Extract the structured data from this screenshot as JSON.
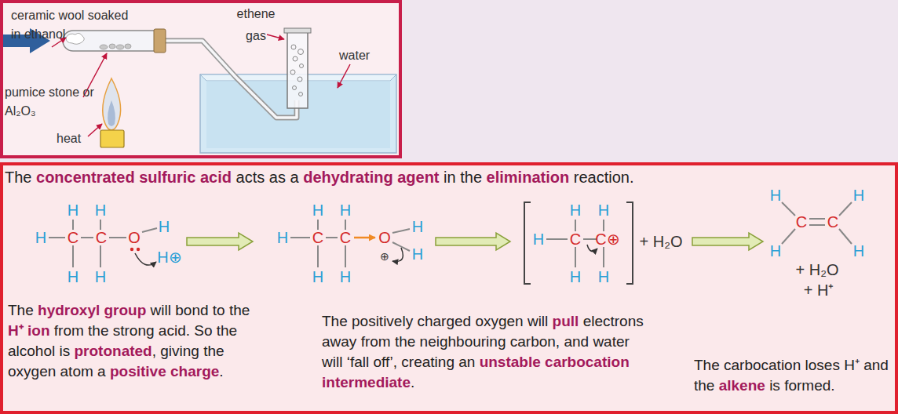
{
  "diagram": {
    "nodes": [
      {
        "text": [
          "ceramic wool soaked in ethanol",
          "ethene gas",
          "water",
          "pumice stone or Al₂O₃",
          "heat"
        ]
      },
      {
        "text": [
          "The",
          "concentrated sulfuric acid",
          "acts as a",
          "dehydrating agent",
          "in the",
          "elimination",
          "reaction.",
          "The",
          "hydroxyl group",
          "will bond to the",
          "H⁺ ion",
          "from the strong acid. So the alcohol is",
          "protonated",
          ", giving the oxygen atom a",
          "positive charge",
          ".",
          "The positively charged oxygen will",
          "pull",
          "electrons away from the neighbouring carbon, and water will ‘fall off’, creating an",
          "unstable carbocation intermediate",
          ".",
          "The carbocation loses H⁺ and the",
          "alkene",
          "is formed."
        ]
      }
    ],
    "labels": [
      "H",
      "H",
      "H",
      "C",
      "C",
      "O",
      "H",
      "H",
      "H",
      "H⊕",
      "H",
      "H",
      "H",
      "C",
      "C",
      "O",
      "H",
      "H",
      "⊕",
      "H",
      "H",
      "H",
      "H",
      "H",
      "C",
      "C⊕",
      "H",
      "H",
      "+ H₂O",
      "H",
      "H",
      "C",
      "C",
      "H",
      "H",
      "+ H₂O",
      "+ H⁺"
    ]
  }
}
